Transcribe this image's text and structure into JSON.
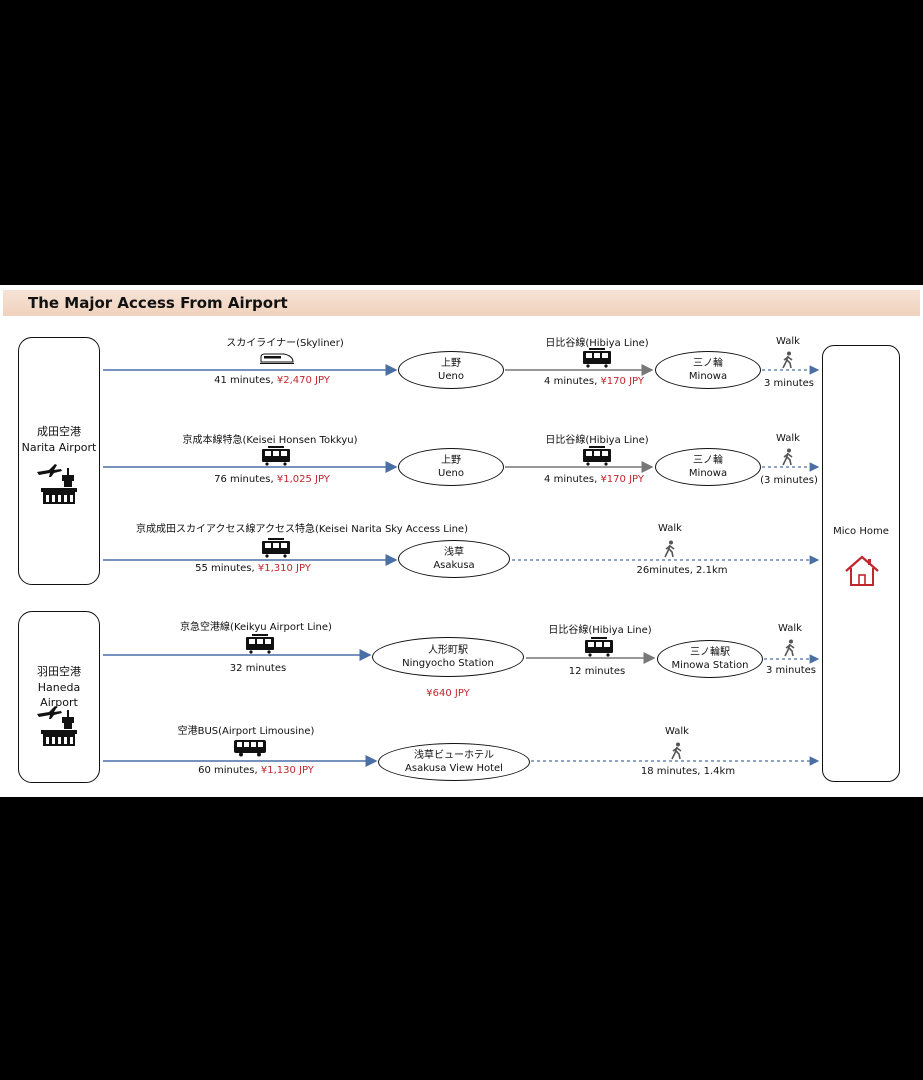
{
  "header": {
    "title": "The Major Access From Airport"
  },
  "airports": {
    "narita": {
      "jp": "成田空港",
      "en": "Narita Airport"
    },
    "haneda": {
      "jp": "羽田空港",
      "en": "Haneda Airport"
    }
  },
  "destination": {
    "label": "Mico Home"
  },
  "routes": {
    "r1": {
      "leg1_name": "スカイライナー(Skyliner)",
      "leg1_time": "41 minutes,",
      "leg1_price": "¥2,470 JPY",
      "station1_jp": "上野",
      "station1_en": "Ueno",
      "leg2_name": "日比谷線(Hibiya Line)",
      "leg2_time": "4 minutes,",
      "leg2_price": "¥170 JPY",
      "station2_jp": "三ノ輪",
      "station2_en": "Minowa",
      "walk_label": "Walk",
      "walk_time": "3 minutes"
    },
    "r2": {
      "leg1_name": "京成本線特急(Keisei Honsen Tokkyu)",
      "leg1_time": "76 minutes,",
      "leg1_price": "¥1,025 JPY",
      "station1_jp": "上野",
      "station1_en": "Ueno",
      "leg2_name": "日比谷線(Hibiya Line)",
      "leg2_time": "4 minutes,",
      "leg2_price": "¥170 JPY",
      "station2_jp": "三ノ輪",
      "station2_en": "Minowa",
      "walk_label": "Walk",
      "walk_time": "(3 minutes)"
    },
    "r3": {
      "leg1_name": "京成成田スカイアクセス線アクセス特急(Keisei Narita Sky Access Line)",
      "leg1_time": "55 minutes,",
      "leg1_price": "¥1,310 JPY",
      "station1_jp": "浅草",
      "station1_en": "Asakusa",
      "walk_label": "Walk",
      "walk_time": "26minutes, 2.1km"
    },
    "r4": {
      "leg1_name": "京急空港線(Keikyu Airport Line)",
      "leg1_time": "32 minutes",
      "station1_jp": "人形町駅",
      "station1_en": "Ningyocho Station",
      "price": "¥640 JPY",
      "leg2_name": "日比谷線(Hibiya Line)",
      "leg2_time": "12 minutes",
      "station2_jp": "三ノ輪駅",
      "station2_en": "Minowa Station",
      "walk_label": "Walk",
      "walk_time": "3 minutes"
    },
    "r5": {
      "leg1_name": "空港BUS(Airport Limousine)",
      "leg1_time": "60 minutes,",
      "leg1_price": "¥1,130 JPY",
      "station1_jp": "浅草ビューホテル",
      "station1_en": "Asakusa View Hotel",
      "walk_label": "Walk",
      "walk_time": "18 minutes, 1.4km"
    }
  },
  "colors": {
    "arrow": "#4a6fa5",
    "price": "#c0272d",
    "header_bg": "#f3dac8",
    "home_icon": "#c0272d"
  },
  "icons": [
    "train-icon",
    "bullet-train-icon",
    "bus-icon",
    "walking-person-icon",
    "airport-icon",
    "house-icon"
  ]
}
